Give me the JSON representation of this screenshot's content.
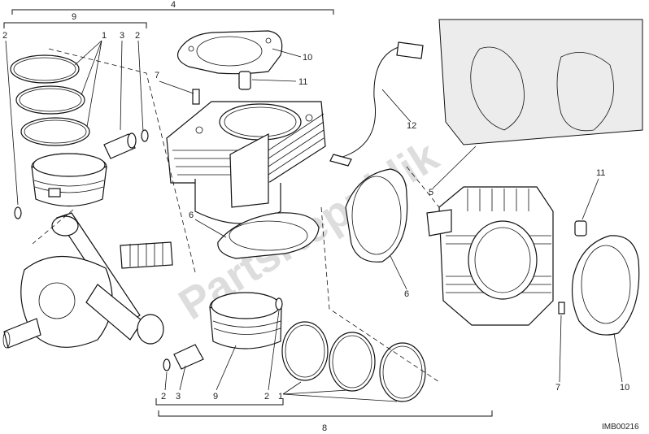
{
  "diagram": {
    "code": "IMB00216",
    "watermark": "PartsRepublik",
    "callouts": {
      "group_9_top": "9",
      "group_4_top": "4",
      "rings_top": "1",
      "pin_top": "3",
      "clip_left_top": "2",
      "clip_right_top": "2",
      "gasket_top_a": "10",
      "dowel_top_a": "7",
      "sleeve_top_a": "11",
      "sensor": "12",
      "gasket_base_a": "6",
      "kit": "5",
      "sleeve_top_b": "11",
      "gasket_base_b": "6",
      "dowel_b": "7",
      "gasket_top_b": "10",
      "clip_bottom_left": "2",
      "pin_bottom": "3",
      "group_9_bottom": "9",
      "clip_bottom_right": "2",
      "rings_bottom": "1",
      "group_8_bottom": "8"
    }
  }
}
